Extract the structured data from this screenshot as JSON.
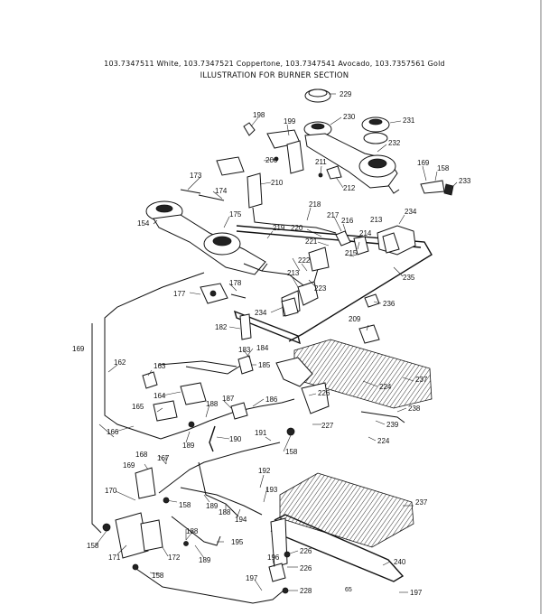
{
  "header": {
    "models_line": "103.7347511 White, 103.7347521 Coppertone, 103.7347541 Avocado, 103.7357561 Gold",
    "title": "ILLUSTRATION FOR BURNER SECTION"
  },
  "page_number": "65",
  "part_labels": [
    "229",
    "230",
    "231",
    "198",
    "199",
    "232",
    "200",
    "211",
    "169",
    "158",
    "212",
    "233",
    "173",
    "174",
    "210",
    "218",
    "175",
    "154",
    "217",
    "234",
    "216",
    "219",
    "220",
    "221",
    "213",
    "215",
    "214",
    "222",
    "213",
    "223",
    "235",
    "177",
    "178",
    "236",
    "234",
    "209",
    "182",
    "169",
    "183",
    "184",
    "162",
    "163",
    "185",
    "237",
    "224",
    "226",
    "164",
    "187",
    "186",
    "165",
    "188",
    "238",
    "239",
    "227",
    "166",
    "189",
    "190",
    "191",
    "158",
    "224",
    "167",
    "168",
    "169",
    "192",
    "193",
    "237",
    "170",
    "158",
    "189",
    "188",
    "194",
    "158",
    "171",
    "172",
    "188",
    "189",
    "195",
    "226",
    "196",
    "240",
    "158",
    "197",
    "226",
    "228",
    "197"
  ]
}
